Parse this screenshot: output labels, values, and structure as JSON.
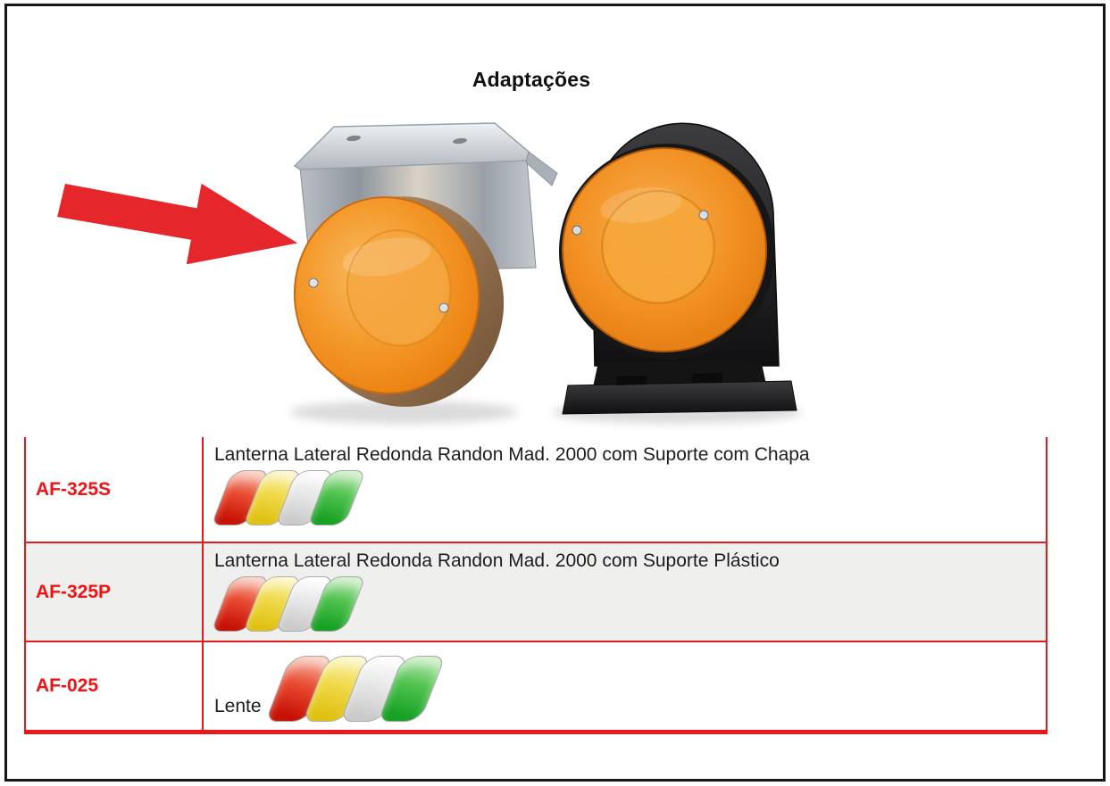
{
  "page": {
    "title": "Adaptações"
  },
  "hero": {
    "left_image": "round-amber-lamp-with-metal-bracket",
    "right_image": "round-amber-lamp-with-black-plastic-bracket",
    "arrow": "red-arrow-pointing-at-left-lamp"
  },
  "colors": {
    "page_border": "#161616",
    "table_border_red": "#e8191d",
    "code_red": "#f11313",
    "alt_row_bg": "#efefee",
    "arrow_red": "#e5262b",
    "lens_amber": "#f49a2c"
  },
  "lens_colors": [
    {
      "name": "red",
      "light": "#f6b2a0",
      "mid": "#e84a30",
      "deep": "#c61104",
      "border": "#a8a8a8"
    },
    {
      "name": "yellow",
      "light": "#faf2ae",
      "mid": "#f0d94a",
      "deep": "#dfc112",
      "border": "#b0b0b0"
    },
    {
      "name": "crystal",
      "light": "#fcfcfc",
      "mid": "#e8e8e8",
      "deep": "#cbcbcb",
      "border": "#ababab"
    },
    {
      "name": "green",
      "light": "#b5e6ad",
      "mid": "#4fc24f",
      "deep": "#17a123",
      "border": "#a8a8a8"
    }
  ],
  "table": {
    "rows": [
      {
        "code": "AF-325S",
        "description": "Lanterna Lateral Redonda Randon Mad. 2000 com Suporte com Chapa"
      },
      {
        "code": "AF-325P",
        "description": "Lanterna Lateral Redonda Randon Mad. 2000 com Suporte Plástico"
      },
      {
        "code": "AF-025",
        "description": "Lente"
      }
    ]
  }
}
